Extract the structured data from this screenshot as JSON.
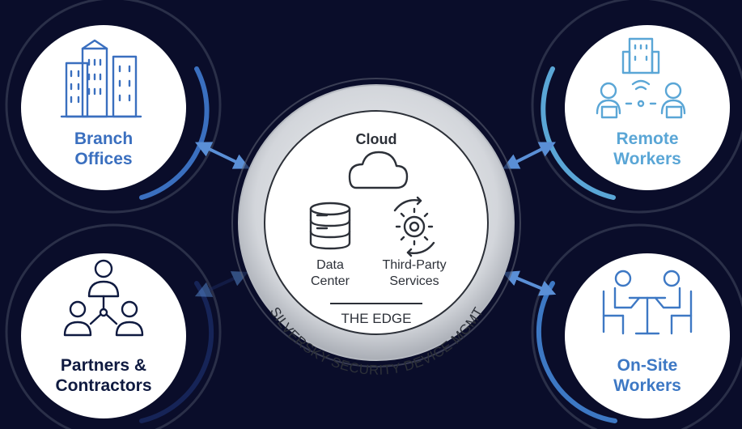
{
  "nodes": {
    "branch": {
      "line1": "Branch",
      "line2": "Offices",
      "color": "#3a6fbf"
    },
    "remote": {
      "line1": "Remote",
      "line2": "Workers",
      "color": "#5aa6d6"
    },
    "partners": {
      "line1": "Partners &",
      "line2": "Contractors",
      "color": "#0f1a40"
    },
    "onsite": {
      "line1": "On-Site",
      "line2": "Workers",
      "color": "#3d78c4"
    }
  },
  "center": {
    "cloud": "Cloud",
    "data_center_line1": "Data",
    "data_center_line2": "Center",
    "third_party_line1": "Third-Party",
    "third_party_line2": "Services",
    "edge": "THE EDGE",
    "ring_text": "SILVERSKY SECURITY DEVICE MGMT"
  },
  "colors": {
    "background": "#0a0d2a",
    "accent_blue": "#3d78c4",
    "light_blue": "#5aa6d6",
    "silver": "#c9ccd2"
  }
}
